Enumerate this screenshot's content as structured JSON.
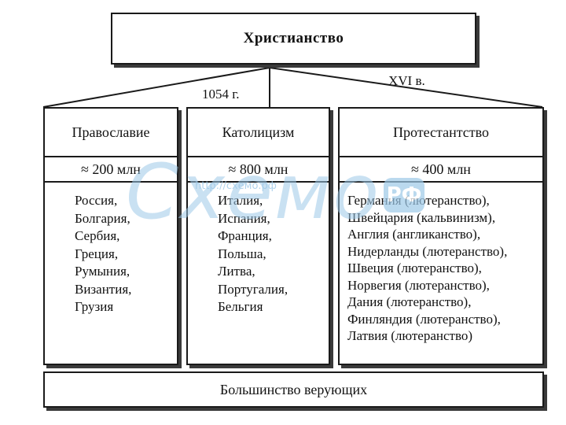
{
  "diagram": {
    "title": "Христианство",
    "split_labels": {
      "left": "1054 г.",
      "right": "XVI в."
    },
    "branches": [
      {
        "name": "Православие",
        "count": "≈ 200 млн",
        "regions": [
          "Россия,",
          "Болгария,",
          "Сербия,",
          "Греция,",
          "Румыния,",
          "Византия,",
          "Грузия"
        ]
      },
      {
        "name": "Католицизм",
        "count": "≈ 800 млн",
        "regions": [
          "Италия,",
          "Испания,",
          "Франция,",
          "Польша,",
          "Литва,",
          "Португалия,",
          "Бельгия"
        ]
      },
      {
        "name": "Протестантство",
        "count": "≈ 400 млн",
        "regions": [
          "Германия (лютеранство),",
          "Швейцария (кальвинизм),",
          "Англия (англиканство),",
          "Нидерланды (лютеранство),",
          "Швеция (лютеранство),",
          "Норвегия (лютеранство),",
          "Дания (лютеранство),",
          "Финляндия (лютеранство),",
          "Латвия (лютеранство)"
        ]
      }
    ],
    "footer": "Большинство верующих"
  },
  "watermark": {
    "text": "Схемо",
    "suffix": "РФ",
    "url": "http://схемо.рф"
  },
  "colors": {
    "watermark": "#9ec9e8",
    "line": "#1a1a1a"
  }
}
